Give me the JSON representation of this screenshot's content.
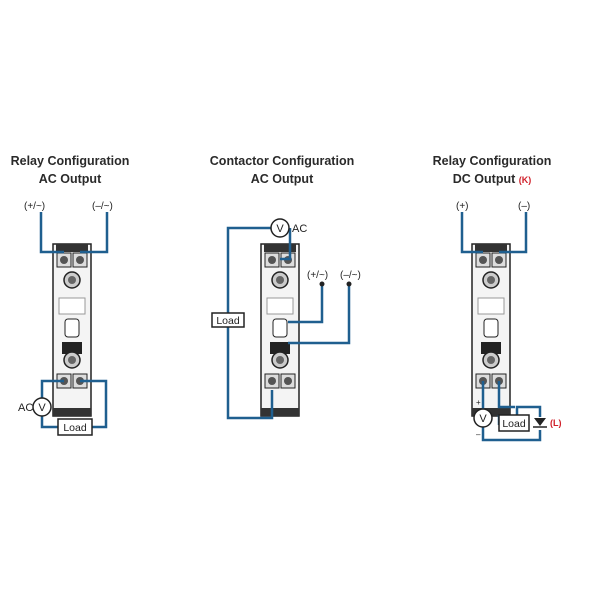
{
  "panels": [
    {
      "title_line1": "Relay Configuration",
      "title_line2": "AC Output",
      "terminal_left": "(+/~)",
      "terminal_right": "(–/~)",
      "source_label": "AC",
      "source_symbol": "V",
      "load_label": "Load"
    },
    {
      "title_line1": "Contactor  Configuration",
      "title_line2": "AC Output",
      "source_symbol": "V",
      "source_label": "AC",
      "terminal_left": "(+/~)",
      "terminal_right": "(–/~)",
      "load_label": "Load"
    },
    {
      "title_line1": "Relay Configuration",
      "title_line2": "DC Output",
      "title_note": "(K)",
      "terminal_left": "(+)",
      "terminal_right": "(–)",
      "source_symbol": "V",
      "load_label": "Load",
      "diode_note": "(L)",
      "polarity_plus": "+",
      "polarity_minus": "–"
    }
  ],
  "colors": {
    "wire": "#1f5f8f",
    "relay_body": "#f2f2f2",
    "relay_outline": "#222222",
    "accent_red": "#d0202a"
  }
}
